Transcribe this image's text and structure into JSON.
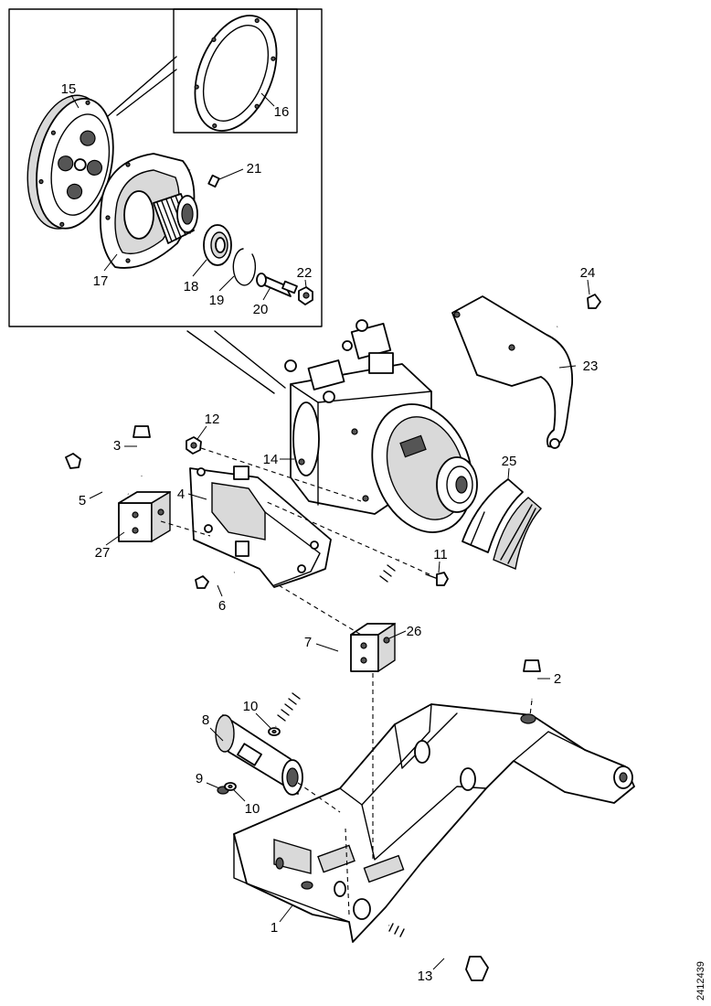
{
  "figure_code": "2412439",
  "callouts": [
    "15",
    "16",
    "21",
    "17",
    "18",
    "19",
    "20",
    "22",
    "24",
    "23",
    "12",
    "3",
    "14",
    "25",
    "4",
    "5",
    "27",
    "11",
    "6",
    "26",
    "7",
    "2",
    "8",
    "10",
    "9",
    "10",
    "1",
    "13"
  ]
}
